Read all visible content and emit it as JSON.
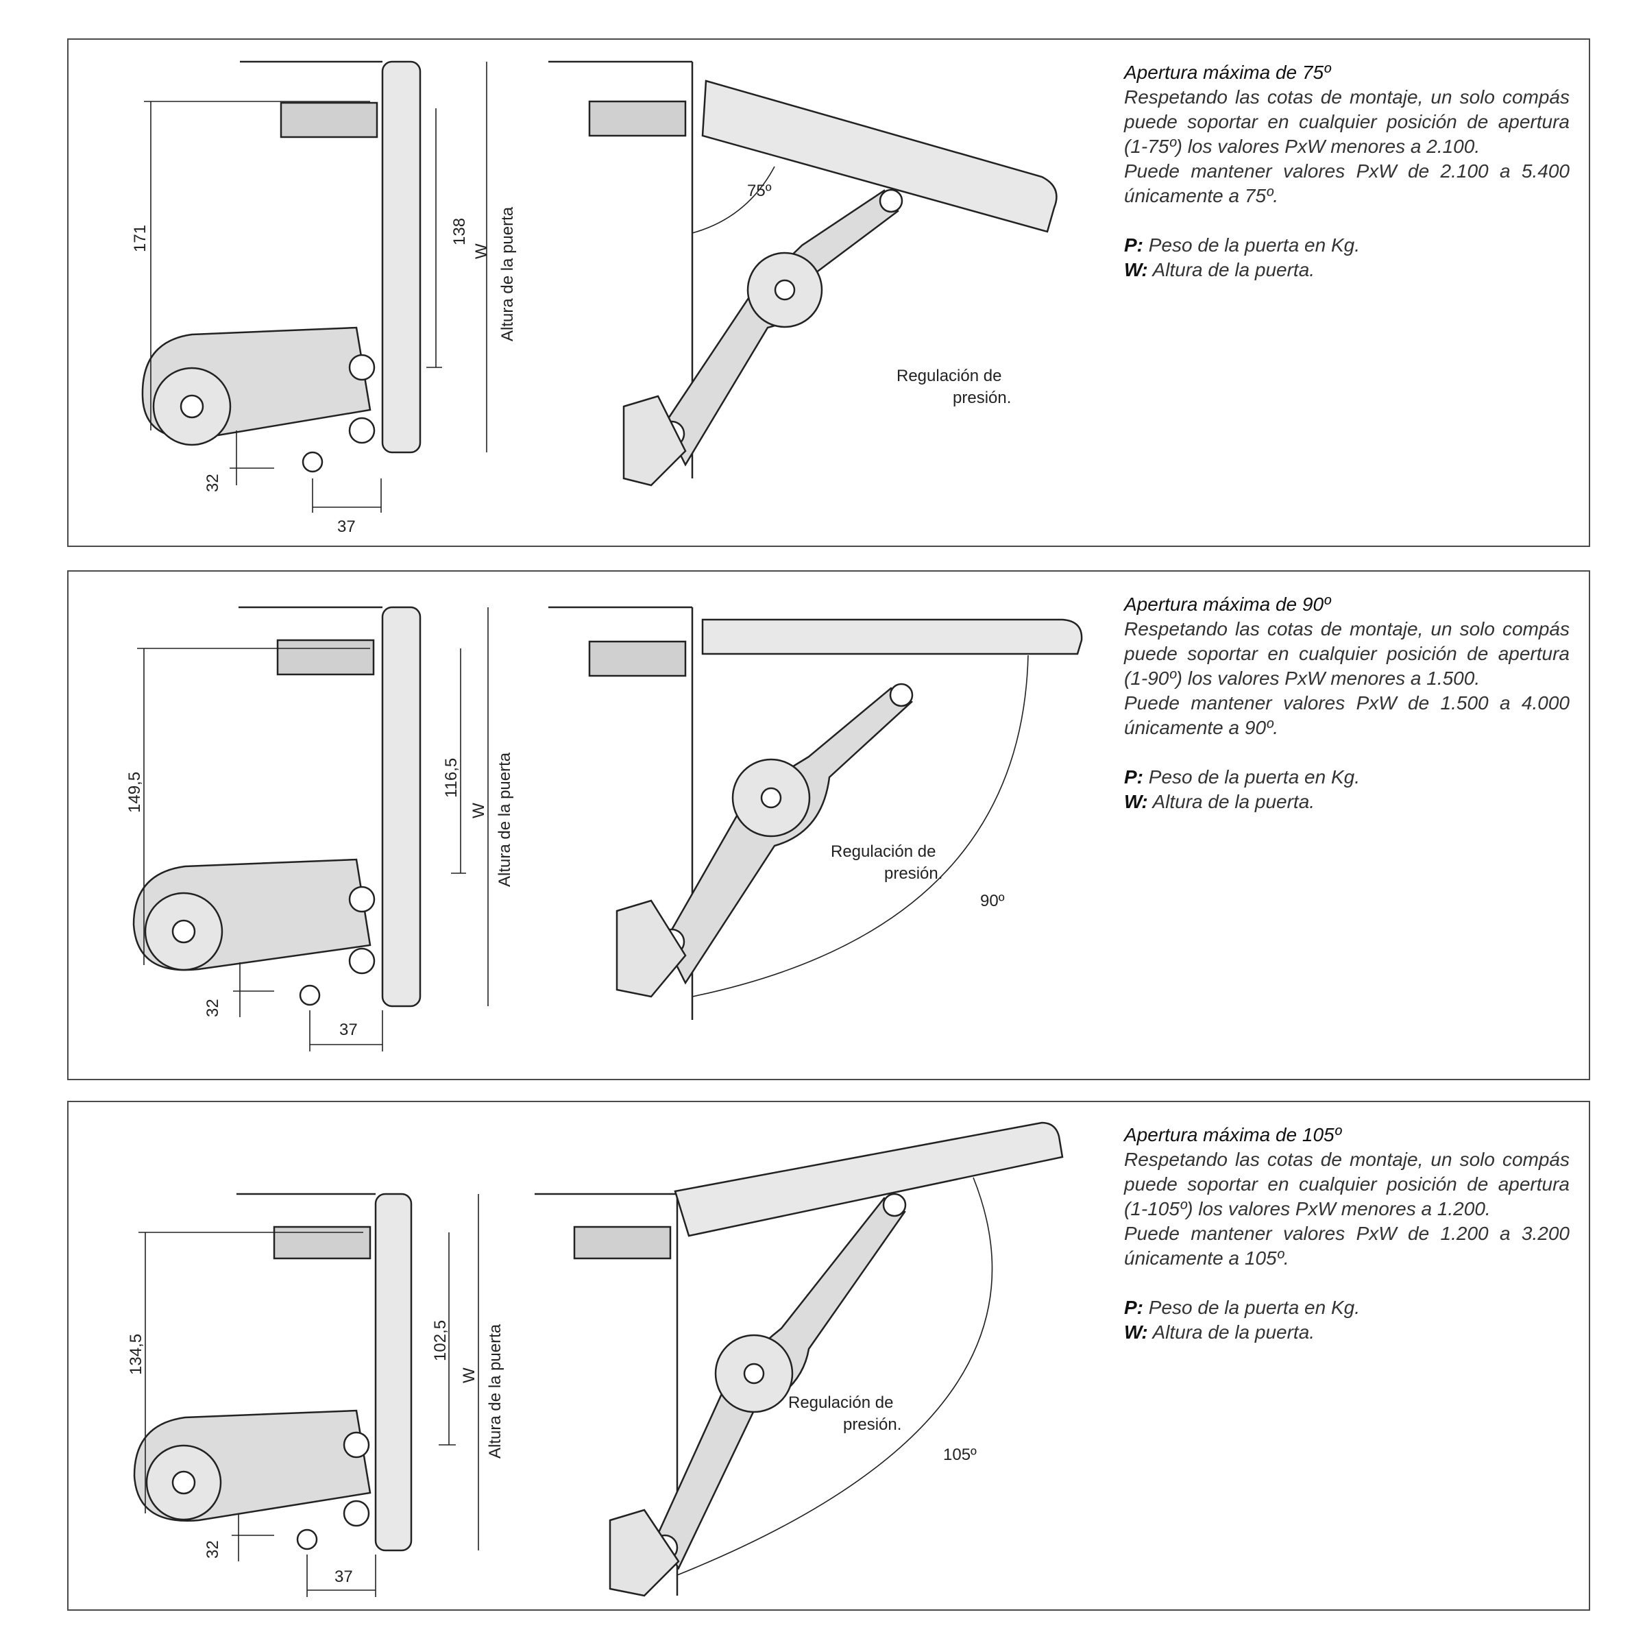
{
  "labels": {
    "door_height": "Altura de la puerta",
    "W": "W",
    "pressure_1": "Regulación de",
    "pressure_2": "presión.",
    "dim_32": "32",
    "dim_37": "37"
  },
  "panels": [
    {
      "heading": "Apertura máxima de 75º",
      "body": "Respetando las cotas de montaje, un solo compás puede soportar en cualquier posición de apertura (1-75º) los valores PxW menores a 2.100.",
      "body2": "Puede mantener valores PxW de 2.100 a 5.400 únicamente a 75º.",
      "p_label": "P:",
      "p_text": "Peso de la puerta en Kg.",
      "w_label": "W:",
      "w_text": "Altura de la puerta.",
      "dim_outer": "171",
      "dim_inner": "138",
      "angle": "75º"
    },
    {
      "heading": "Apertura máxima de 90º",
      "body": "Respetando las cotas de montaje, un solo compás puede soportar en cualquier posición de apertura (1-90º) los valores PxW menores a 1.500.",
      "body2": "Puede mantener valores PxW de 1.500 a 4.000 únicamente a 90º.",
      "p_label": "P:",
      "p_text": "Peso de la puerta en Kg.",
      "w_label": "W:",
      "w_text": "Altura de la puerta.",
      "dim_outer": "149,5",
      "dim_inner": "116,5",
      "angle": "90º"
    },
    {
      "heading": "Apertura máxima de 105º",
      "body": "Respetando las cotas de montaje, un solo compás puede soportar en cualquier posición de apertura (1-105º) los valores PxW menores a 1.200.",
      "body2": "Puede mantener valores PxW de 1.200 a 3.200 únicamente a 105º.",
      "p_label": "P:",
      "p_text": "Peso de la puerta en Kg.",
      "w_label": "W:",
      "w_text": "Altura de la puerta.",
      "dim_outer": "134,5",
      "dim_inner": "102,5",
      "angle": "105º"
    }
  ]
}
